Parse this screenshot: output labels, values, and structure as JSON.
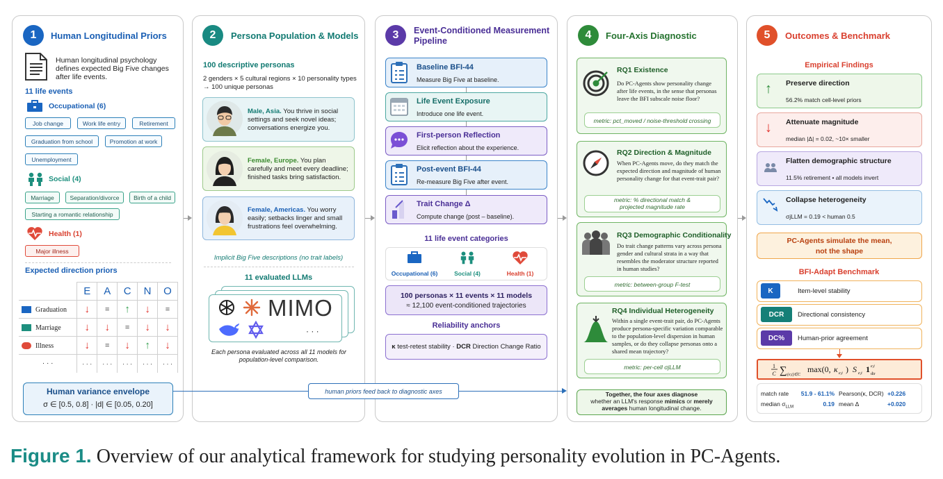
{
  "panel1": {
    "num": "1",
    "title": "Human Longitudinal Priors",
    "desc": "Human longitudinal psychology defines expected Big Five changes after life events.",
    "events_heading": "11 life events",
    "occ_label": "Occupational (6)",
    "occ_tags": [
      "Job change",
      "Work life entry",
      "Retirement",
      "Graduation from school",
      "Promotion at work",
      "Unemployment"
    ],
    "soc_label": "Social (4)",
    "soc_tags": [
      "Marriage",
      "Separation/divorce",
      "Birth of a child",
      "Starting a romantic relationship"
    ],
    "health_label": "Health (1)",
    "health_tags": [
      "Major illness"
    ],
    "priors_heading": "Expected direction priors",
    "table": {
      "header": [
        "E",
        "A",
        "C",
        "N",
        "O"
      ],
      "rows": [
        {
          "label": "Graduation",
          "cells": [
            "↓",
            "=",
            "↑",
            "↓",
            "="
          ]
        },
        {
          "label": "Marriage",
          "cells": [
            "↓",
            "↓",
            "=",
            "↓",
            "↓"
          ]
        },
        {
          "label": "Illness",
          "cells": [
            "↓",
            "=",
            "↓",
            "↑",
            "↓"
          ]
        },
        {
          "label": "· · ·",
          "cells": [
            "· · ·",
            "· · ·",
            "· · ·",
            "· · ·",
            "· · ·"
          ]
        }
      ]
    },
    "envelope_title": "Human variance envelope",
    "envelope_formula": "σ ∈ [0.5, 0.8] · |d| ∈ [0.05, 0.20]"
  },
  "panel2": {
    "num": "2",
    "title": "Persona Population & Models",
    "subtitle": "100 descriptive personas",
    "desc": "2 genders × 5 cultural regions × 10 personality types → 100 unique personas",
    "personas": [
      {
        "bold": "Male, Asia.",
        "text": " You thrive in social settings and seek novel ideas; conversations energize you."
      },
      {
        "bold": "Female, Europe.",
        "text": " You plan carefully and meet every deadline; finished tasks bring satisfaction."
      },
      {
        "bold": "Female, Americas.",
        "text": " You worry easily; setbacks linger and small frustrations feel overwhelming."
      }
    ],
    "implicit": "Implicit Big Five descriptions (no trait labels)",
    "llm_heading": "11 evaluated LLMs",
    "mimo": "MIMO",
    "ellipsis": "· · ·",
    "caption": "Each persona evaluated across all 11 models for population-level comparison."
  },
  "panel3": {
    "num": "3",
    "title": "Event-Conditioned Measurement Pipeline",
    "steps": [
      {
        "title": "Baseline BFI-44",
        "desc": "Measure Big Five at baseline."
      },
      {
        "title": "Life Event Exposure",
        "desc": "Introduce one life event."
      },
      {
        "title": "First-person Reflection",
        "desc": "Elicit reflection about the experience."
      },
      {
        "title": "Post-event BFI-44",
        "desc": "Re-measure Big Five after event."
      },
      {
        "title": "Trait Change Δ",
        "desc": "Compute change (post – baseline)."
      }
    ],
    "cat_heading": "11 life event categories",
    "cats": [
      "Occupational (6)",
      "Social (4)",
      "Health (1)"
    ],
    "traj_line1": "100 personas × 11 events × 11 models",
    "traj_line2": "≈ 12,100 event-conditioned trajectories",
    "anchors_heading": "Reliability anchors",
    "anchor_k": "κ",
    "anchor_k_text": " test-retest stability  ·  ",
    "anchor_dcr": "DCR",
    "anchor_dcr_text": " Direction Change Ratio"
  },
  "panel4": {
    "num": "4",
    "title": "Four-Axis Diagnostic",
    "rqs": [
      {
        "title": "RQ1 Existence",
        "q": "Do PC-Agents show personality change after life events, in the sense that personas leave the BFI subscale noise floor?",
        "metric": "metric: pct_moved / noise-threshold crossing"
      },
      {
        "title": "RQ2 Direction & Magnitude",
        "q": "When PC-Agents move, do they match the expected direction and magnitude of human personality change for that event-trait pair?",
        "metric": "metric: % directional match & projected magnitude rate"
      },
      {
        "title": "RQ3 Demographic Conditionality",
        "q": "Do trait change patterns vary across persona gender and cultural strata in a way that resembles the moderator structure reported in human studies?",
        "metric": "metric: between-group F-test"
      },
      {
        "title": "RQ4 Individual Heterogeneity",
        "q": "Within a single event-trait pair, do PC-Agents produce persona-specific variation comparable to the population-level dispersion in human samples, or do they collapse personas onto a shared mean trajectory?",
        "metric": "metric: per-cell σjLLM"
      }
    ],
    "summary_a": "Together, the four axes diagnose",
    "summary_b": "whether an LLM's response ",
    "summary_c": "mimics",
    "summary_d": " or ",
    "summary_e": "merely",
    "summary_f": "averages",
    "summary_g": " human longitudinal change."
  },
  "panel5": {
    "num": "5",
    "title": "Outcomes & Benchmark",
    "findings_heading": "Empirical Findings",
    "findings": [
      {
        "title": "Preserve direction",
        "desc": "56.2% match cell-level priors"
      },
      {
        "title": "Attenuate magnitude",
        "desc": "median |Δ| = 0.02, ~10× smaller"
      },
      {
        "title": "Flatten demographic structure",
        "desc": "11.5% retirement • all models invert"
      },
      {
        "title": "Collapse heterogeneity",
        "desc": "σjLLM = 0.19 < human 0.5"
      }
    ],
    "conclusion1": "PC-Agents simulate the mean,",
    "conclusion2": "not the shape",
    "bench_heading": "BFI-Adapt Benchmark",
    "bench": [
      {
        "badge": "K",
        "label": "Item-level stability"
      },
      {
        "badge": "DCR",
        "label": "Directional consistency"
      },
      {
        "badge": "DC%",
        "label": "Human-prior agreement"
      }
    ],
    "stats": [
      {
        "k": "match rate",
        "v": "51.9 - 61.1%",
        "k2": "Pearson(κ, DCR)",
        "v2": "+0.226"
      },
      {
        "k": "median σ",
        "v": "0.19",
        "k2": "mean Δ",
        "v2": "+0.020"
      }
    ]
  },
  "feedback": "human priors feed back to diagnostic axes",
  "caption": {
    "label": "Figure 1.",
    "text": " Overview of our analytical framework for studying personality evolution in PC-Agents."
  }
}
